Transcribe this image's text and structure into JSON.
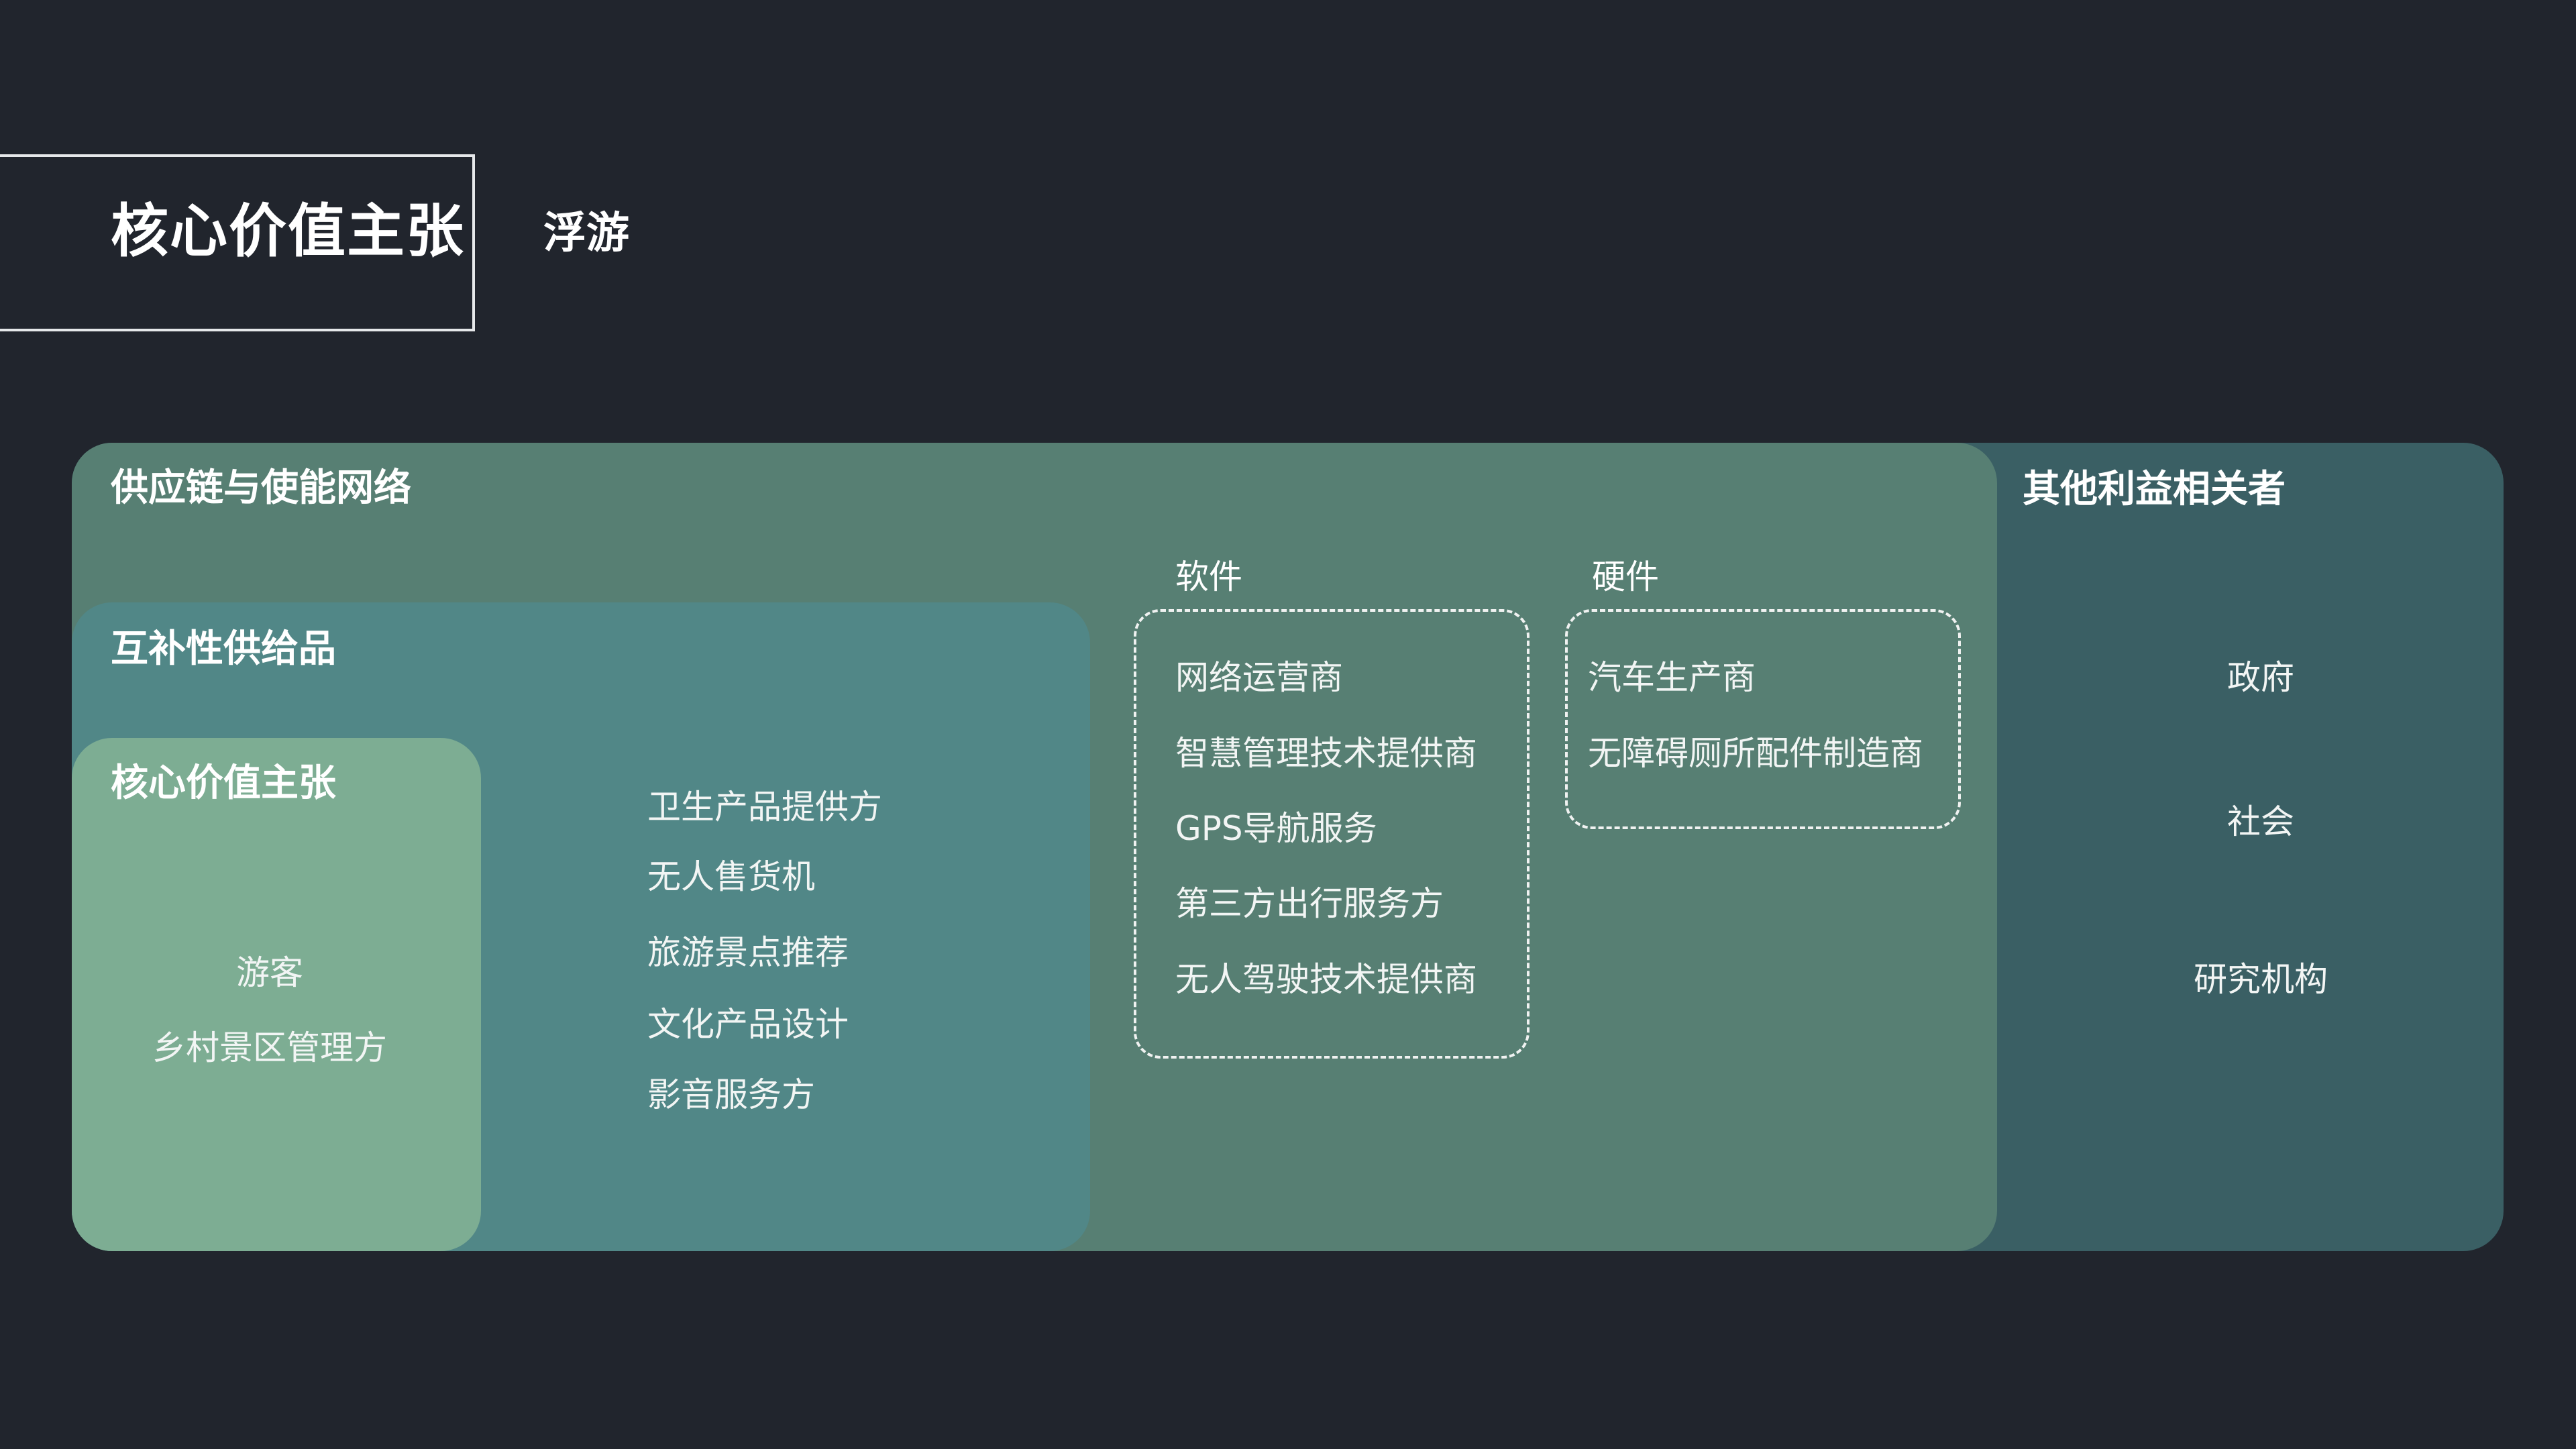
{
  "header": {
    "title": "核心价值主张",
    "subtitle": "浮游"
  },
  "stakeholders": {
    "heading": "其他利益相关者",
    "items": [
      "政府",
      "社会",
      "研究机构"
    ]
  },
  "supply_chain": {
    "heading": "供应链与使能网络",
    "software": {
      "label": "软件",
      "items": [
        "网络运营商",
        "智慧管理技术提供商",
        "GPS导航服务",
        "第三方出行服务方",
        "无人驾驶技术提供商"
      ]
    },
    "hardware": {
      "label": "硬件",
      "items": [
        "汽车生产商",
        "无障碍厕所配件制造商"
      ]
    }
  },
  "complements": {
    "heading": "互补性供给品",
    "items": [
      "卫生产品提供方",
      "无人售货机",
      "旅游景点推荐",
      "文化产品设计",
      "影音服务方"
    ]
  },
  "core_value": {
    "heading": "核心价值主张",
    "items": [
      "游客",
      "乡村景区管理方"
    ]
  },
  "colors": {
    "background": "#21252d",
    "stakeholders": "#3a5f64",
    "supply_chain": "#577f73",
    "complements": "#518787",
    "core_value": "#7dad93"
  }
}
